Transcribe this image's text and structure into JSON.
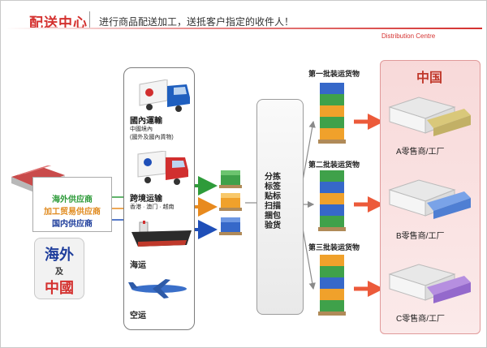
{
  "header": {
    "title": "配送中心",
    "subtitle": "进行商品配送加工，送抵客户指定的收件人！",
    "tag": "Distribution Centre"
  },
  "suppliers": {
    "lines": [
      "海外供应商",
      "加工贸易供应商",
      "国内供应商"
    ],
    "colors": [
      "#2e9b3a",
      "#e08a1e",
      "#1f3e9c"
    ]
  },
  "origin": {
    "line1": "海外",
    "line2": "及",
    "line3": "中國"
  },
  "transport": {
    "domestic": {
      "label": "國內運輸",
      "sub1": "中國境內",
      "sub2": "(國外及國內貨物)"
    },
    "crossborder": {
      "label": "跨境运输",
      "sub": "香港 · 澳门 · 越南"
    },
    "sea": {
      "label": "海运"
    },
    "air": {
      "label": "空运"
    }
  },
  "process": {
    "steps": [
      "分拣",
      "标签",
      "贴标",
      "扫描",
      "捆包",
      "验货"
    ]
  },
  "batches": [
    "第一批装运货物",
    "第二批装运货物",
    "第三批装运货物"
  ],
  "destination": {
    "title": "中国",
    "retailers": [
      "A零售商/工厂",
      "B零售商/工厂",
      "C零售商/工厂"
    ]
  },
  "colors": {
    "accent": "#d4312f",
    "green": "#2e9b3a",
    "orange": "#e88a1e",
    "blue": "#1f4fb8"
  }
}
